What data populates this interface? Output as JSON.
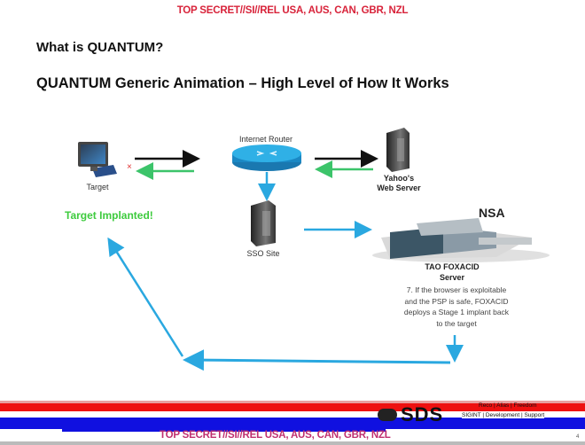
{
  "classification": {
    "top": "TOP SECRET//SI//REL USA, AUS, CAN, GBR, NZL",
    "bottom": "TOP SECRET//SI//REL USA, AUS, CAN, GBR, NZL",
    "color": "#d8233a"
  },
  "slide": {
    "title": "What is QUANTUM?",
    "subtitle": "QUANTUM Generic Animation – High Level of How It Works",
    "page_number": "4"
  },
  "diagram": {
    "target_label": "Target",
    "target_status": "Target Implanted!",
    "blocked_mark": "×",
    "router_label": "Internet Router",
    "web_server_label": "Yahoo's Web Server",
    "web_server_line1": "Yahoo's",
    "web_server_line2": "Web Server",
    "sso_label": "SSO Site",
    "nsa_label": "NSA",
    "foxacid_line1": "TAO FOXACID",
    "foxacid_line2": "Server",
    "step_note_lines": [
      "7. If the browser is exploitable",
      "and the PSP is safe, FOXACID",
      "deploys a Stage 1 implant back",
      "to the target"
    ],
    "colors": {
      "request_arrow": "#111111",
      "response_arrow": "#3cc46a",
      "flow_arrow": "#2aa8e0",
      "router": "#29a3dd"
    }
  },
  "footer": {
    "logo_text": "SDS",
    "tagline_top": "Reco | Alias | Freedom",
    "tagline_bottom": "SIGINT | Development | Support",
    "stripe_colors": {
      "red": "#ee1111",
      "white": "#ffffff",
      "blue": "#1010e0"
    }
  }
}
